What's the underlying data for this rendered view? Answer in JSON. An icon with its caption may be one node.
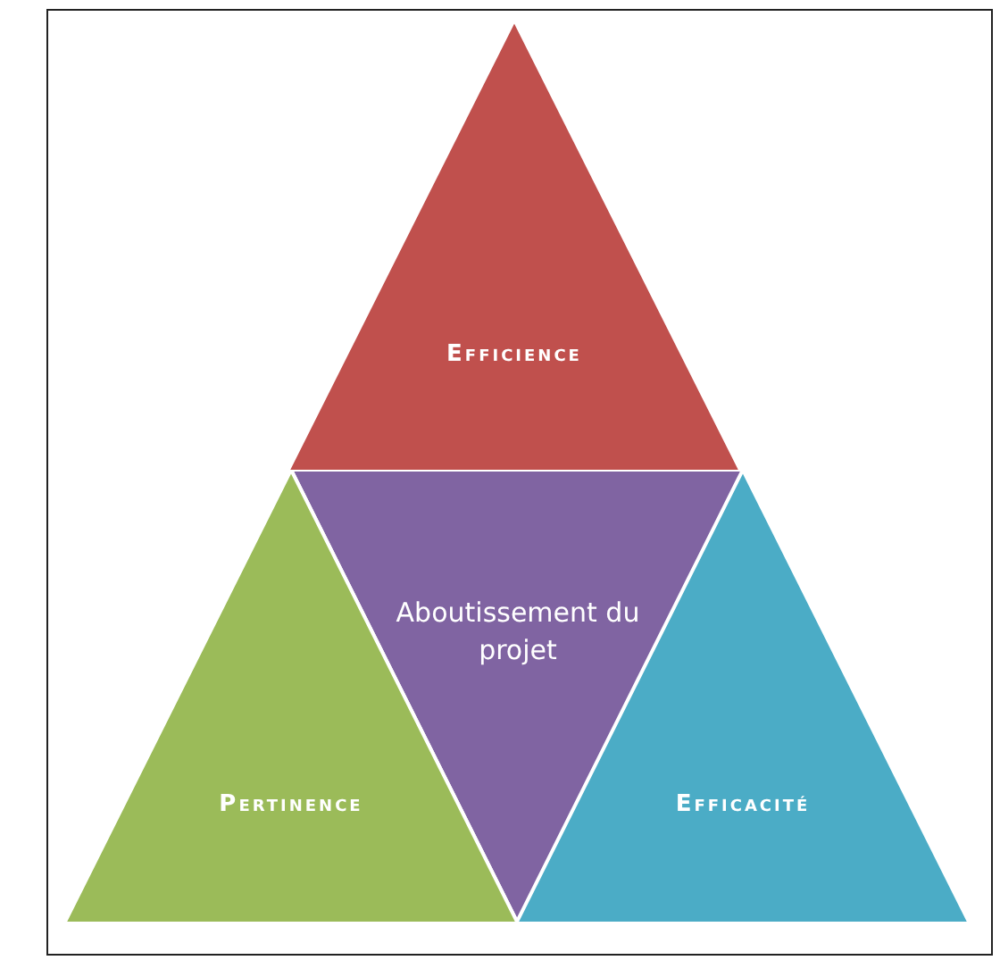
{
  "diagram": {
    "nodes": [
      {
        "text": [
          "Efficience"
        ]
      },
      {
        "text": [
          "Aboutissement du projet"
        ]
      },
      {
        "text": [
          "Pertinence"
        ]
      },
      {
        "text": [
          "Efficacité"
        ]
      }
    ],
    "edges": []
  }
}
